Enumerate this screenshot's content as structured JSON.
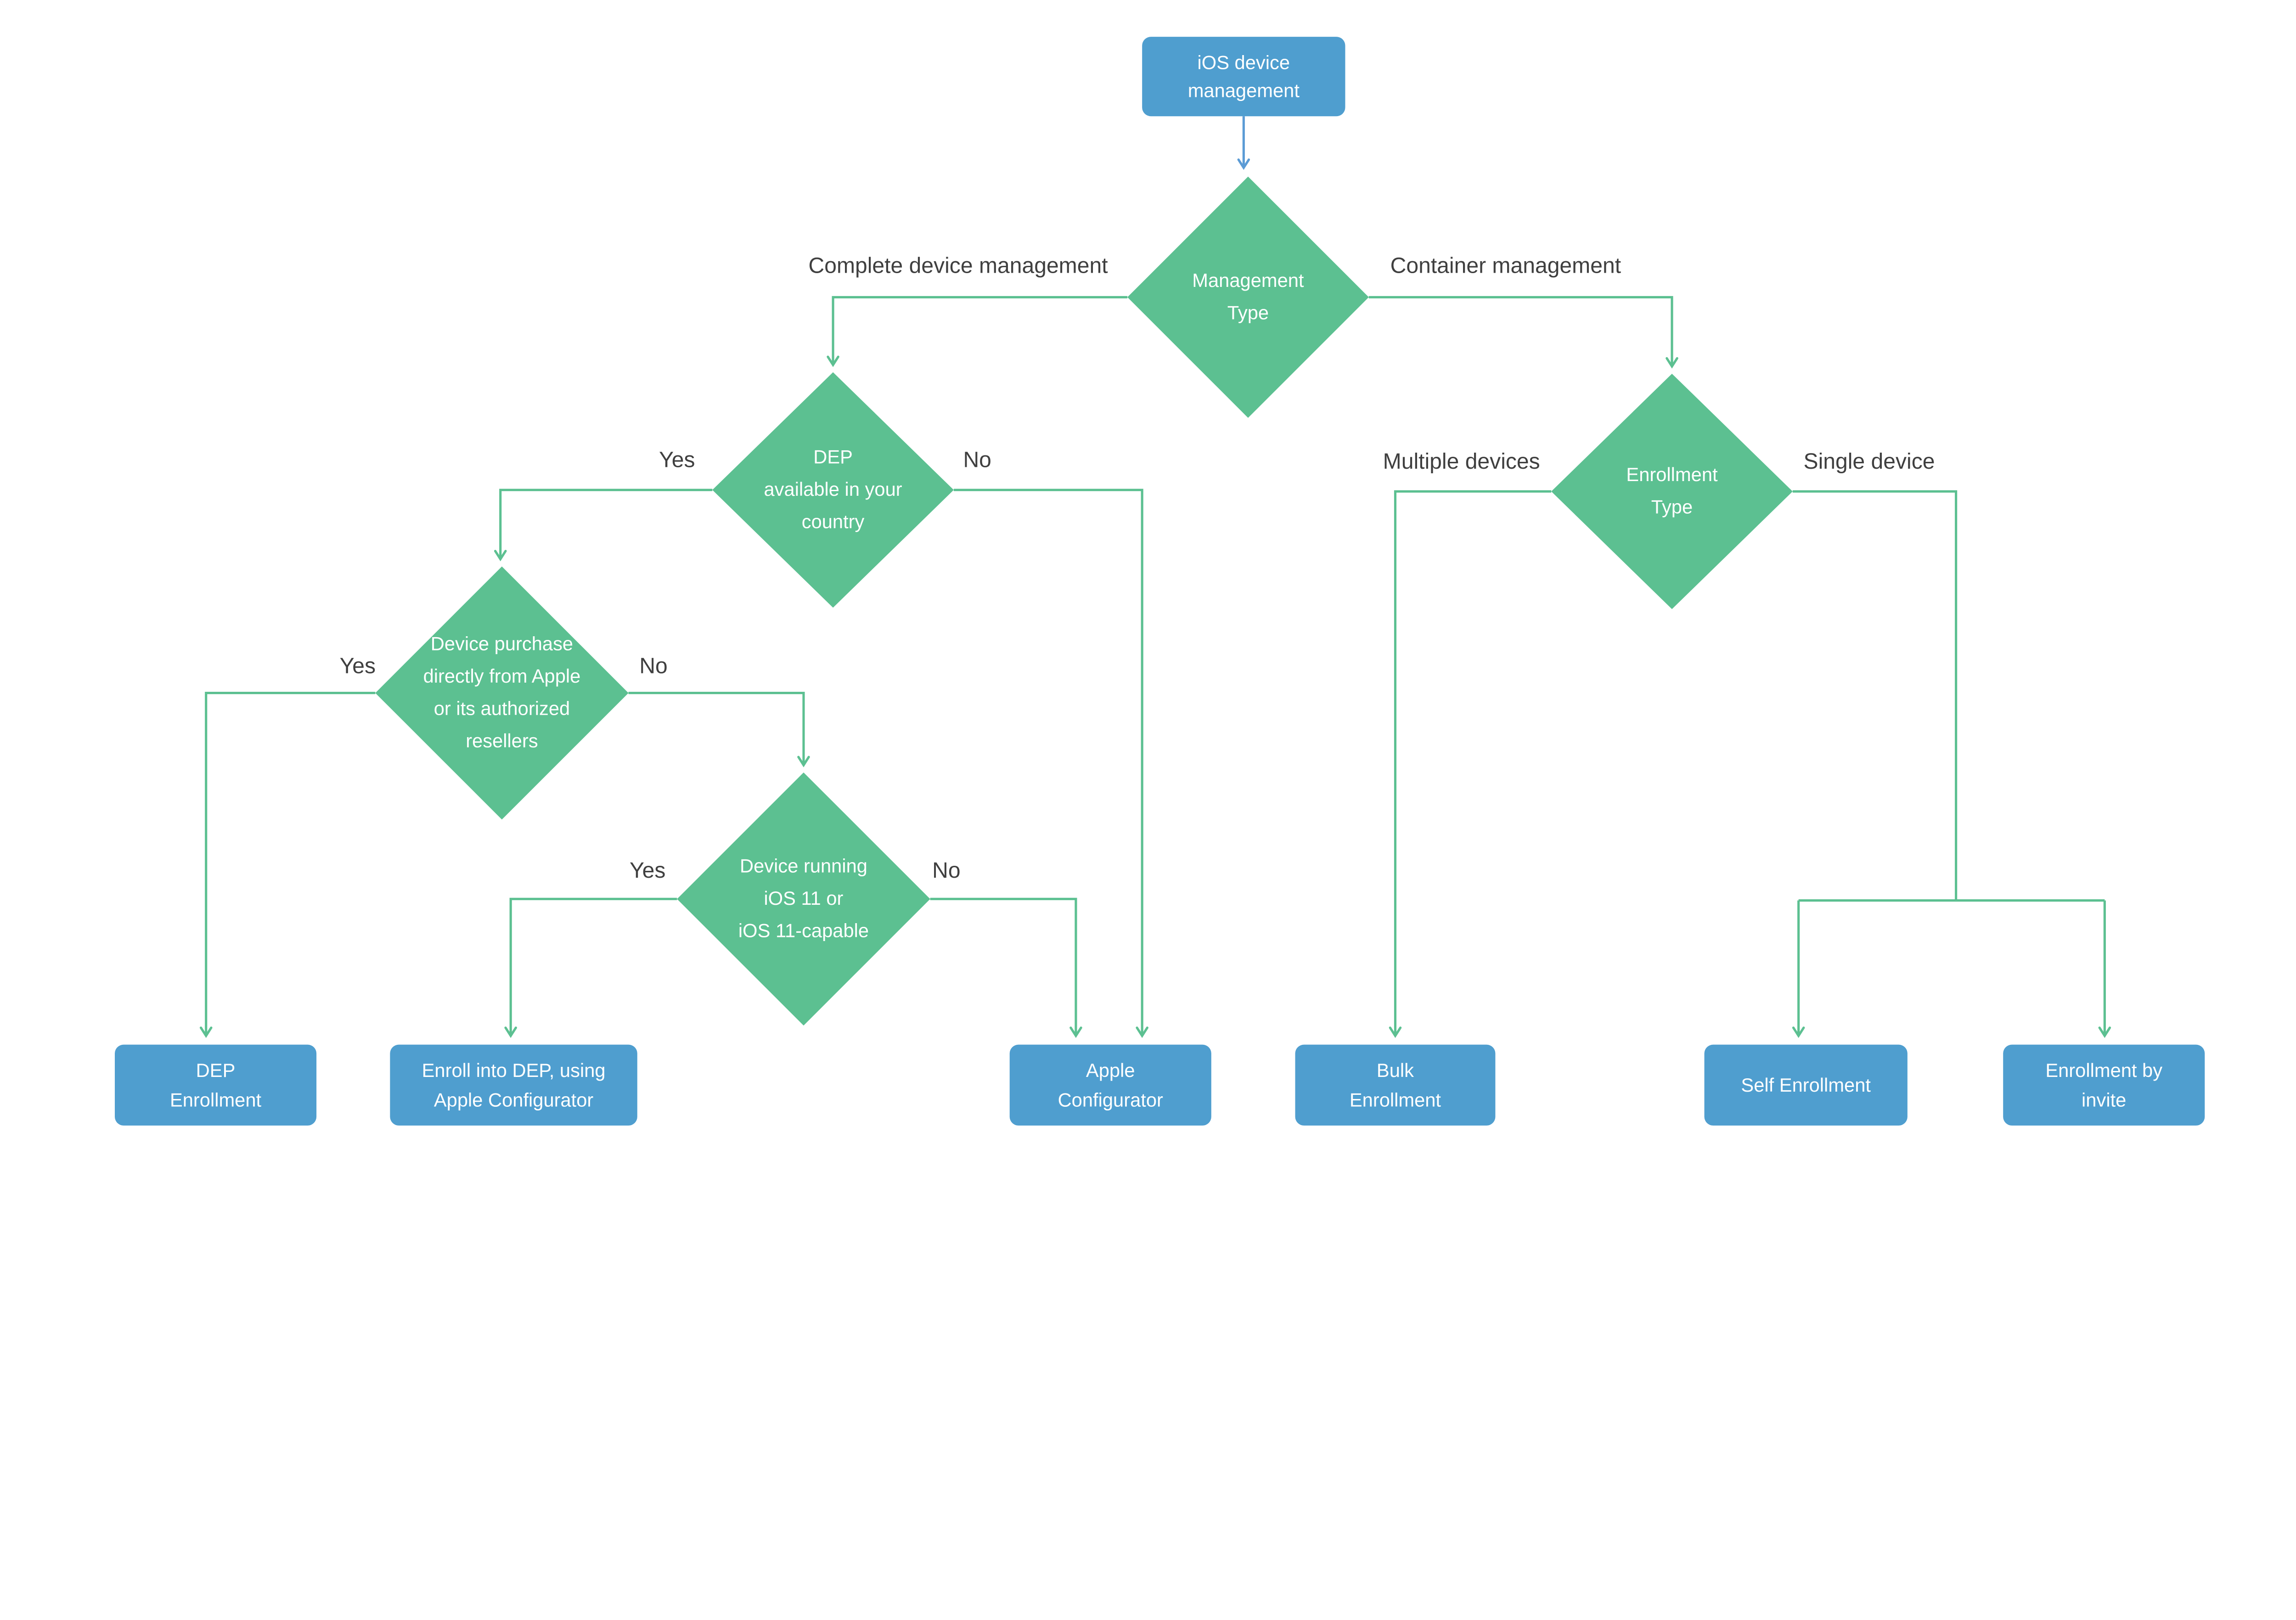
{
  "colors": {
    "diamond_fill": "#5CC091",
    "box_fill": "#4F9ECF",
    "line_green": "#5CC091",
    "line_blue": "#5B9BD5",
    "label_text": "#3F3F3F",
    "node_text": "#FFFFFF",
    "background": "#FFFFFF"
  },
  "nodes": {
    "root": {
      "label": [
        "iOS device",
        "management"
      ]
    },
    "management_type": {
      "label": [
        "Management",
        "Type"
      ]
    },
    "dep_available": {
      "label": [
        "DEP",
        "available in your",
        "country"
      ]
    },
    "device_purchase": {
      "label": [
        "Device purchase",
        "directly from Apple",
        "or its authorized",
        "resellers"
      ]
    },
    "device_ios11": {
      "label": [
        "Device running",
        "iOS 11 or",
        "iOS 11-capable"
      ]
    },
    "enrollment_type": {
      "label": [
        "Enrollment",
        "Type"
      ]
    },
    "dep_enrollment": {
      "label": [
        "DEP",
        "Enrollment"
      ]
    },
    "enroll_into_dep": {
      "label": [
        "Enroll into DEP, using",
        "Apple Configurator"
      ]
    },
    "apple_configurator": {
      "label": [
        "Apple",
        "Configurator"
      ]
    },
    "bulk_enrollment": {
      "label": [
        "Bulk",
        "Enrollment"
      ]
    },
    "self_enrollment": {
      "label": [
        "Self Enrollment"
      ]
    },
    "enrollment_by_invite": {
      "label": [
        "Enrollment by",
        "invite"
      ]
    }
  },
  "labels": {
    "complete_device_management": "Complete device management",
    "container_management": "Container management",
    "dep_available_yes": "Yes",
    "dep_available_no": "No",
    "device_purchase_yes": "Yes",
    "device_purchase_no": "No",
    "device_ios11_yes": "Yes",
    "device_ios11_no": "No",
    "multiple_devices": "Multiple devices",
    "single_device": "Single device"
  }
}
